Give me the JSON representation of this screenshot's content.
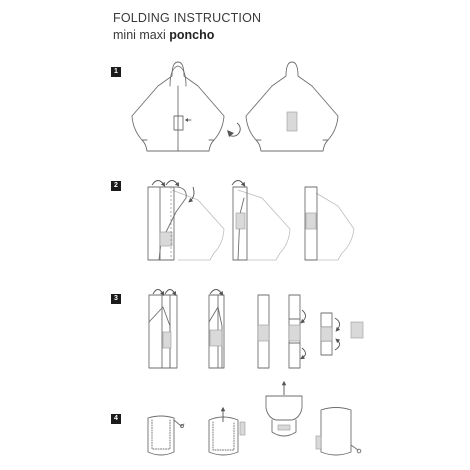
{
  "header": {
    "title": "FOLDING INSTRUCTION",
    "subtitle_prefix": "mini maxi ",
    "subtitle_product": "poncho"
  },
  "steps": [
    {
      "number": "1"
    },
    {
      "number": "2"
    },
    {
      "number": "3"
    },
    {
      "number": "4"
    }
  ]
}
